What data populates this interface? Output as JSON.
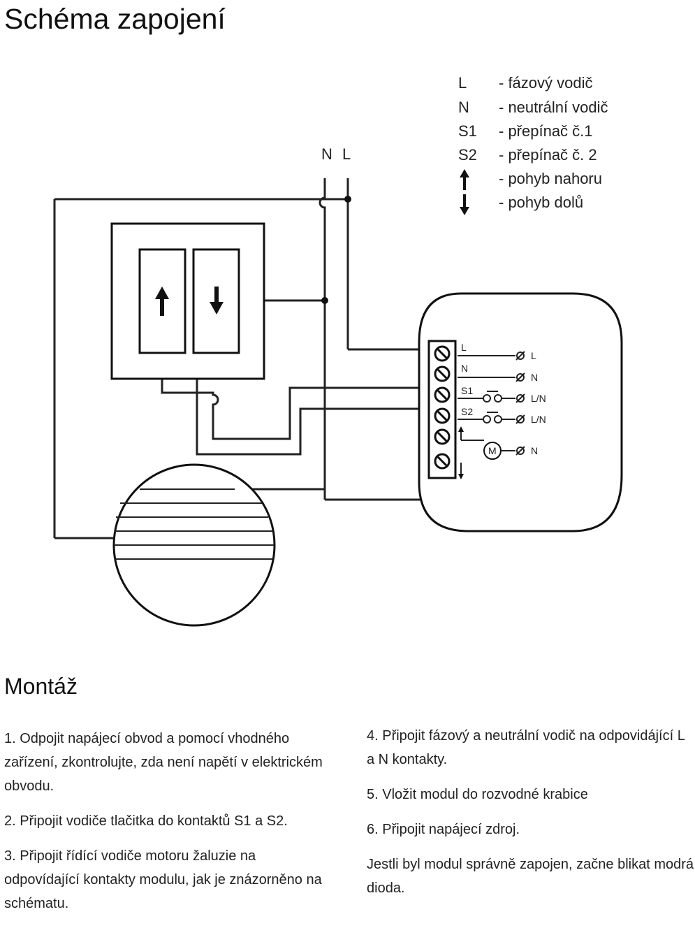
{
  "title": "Schéma zapojení",
  "legend": [
    {
      "key": "L",
      "desc": "- fázový vodič"
    },
    {
      "key": "N",
      "desc": "- neutrální vodič"
    },
    {
      "key": "S1",
      "desc": "- přepínač č.1"
    },
    {
      "key": "S2",
      "desc": "- přepínač č. 2"
    },
    {
      "key": "",
      "icon": "arrow-up-icon",
      "desc": "- pohyb nahoru"
    },
    {
      "key": "",
      "icon": "arrow-down-icon",
      "desc": "- pohyb dolů"
    }
  ],
  "supply_labels": {
    "n": "N",
    "l": "L"
  },
  "module": {
    "terminal_labels": [
      "L",
      "N",
      "S1",
      "S2"
    ],
    "output_labels": [
      "L",
      "N",
      "L/N",
      "L/N",
      "N"
    ],
    "motor_label": "M"
  },
  "montaz": {
    "heading": "Montáž",
    "steps_left": [
      "1. Odpojit napájecí obvod a pomocí vhodného zařízení, zkontrolujte, zda není napětí v elektrickém obvodu.",
      "2. Připojit vodiče tlačitka do kontaktů S1 a S2.",
      "3. Připojit řídící vodiče motoru žaluzie na odpovídající kontakty modulu, jak je znázorněno na schématu."
    ],
    "steps_right": [
      "4. Připojit fázový a neutrální vodič na odpovidájící L a N kontakty.",
      "5. Vložit modul do rozvodné krabice",
      "6. Připojit napájecí zdroj.",
      "Jestli byl modul správně zapojen, začne blikat modrá dioda."
    ]
  }
}
